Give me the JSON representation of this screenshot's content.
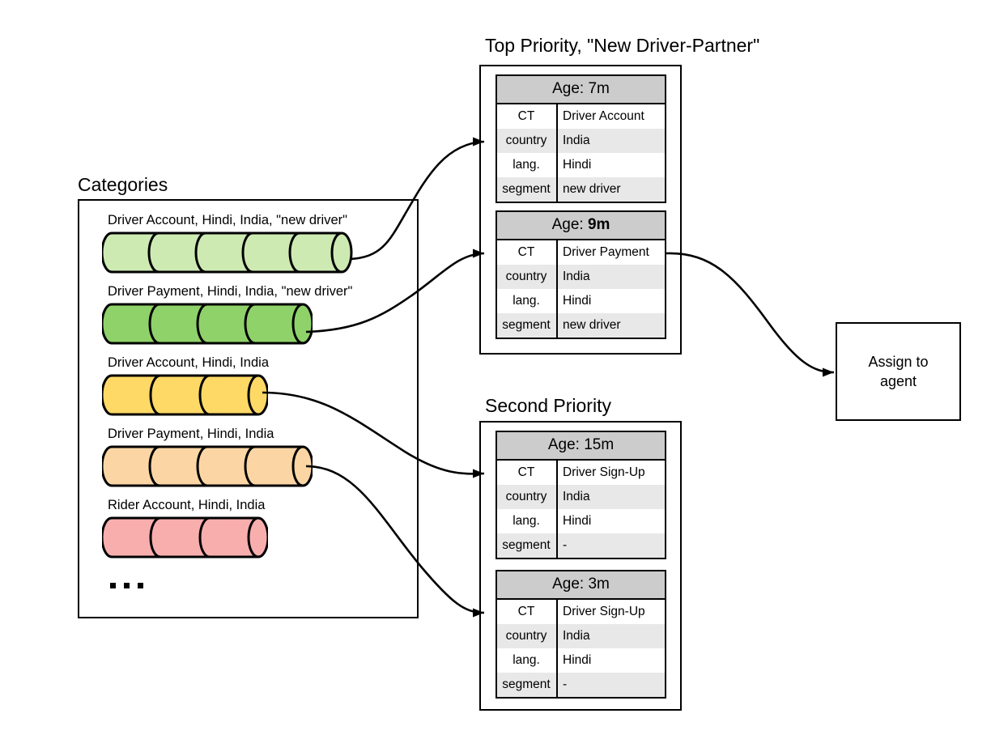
{
  "diagram": {
    "title_categories": "Categories",
    "title_top_priority": "Top Priority, \"New Driver-Partner\"",
    "title_second_priority": "Second Priority",
    "ellipsis": "...",
    "colors": {
      "light_green": "#cdeab3",
      "green": "#8fd26a",
      "yellow": "#ffd966",
      "peach": "#fbd6a4",
      "pink": "#f9aeae",
      "header_gray": "#cccccc",
      "row_gray": "#e8e8e8",
      "stroke": "#000000"
    }
  },
  "categories": {
    "label": "Categories",
    "items": [
      {
        "label": "Driver Account, Hindi, India, \"new driver\"",
        "segments": 5,
        "color": "#cdeab3",
        "name": "cylinder-driver-account-new-driver"
      },
      {
        "label": "Driver Payment, Hindi, India, \"new driver\"",
        "segments": 4,
        "color": "#8fd26a",
        "name": "cylinder-driver-payment-new-driver"
      },
      {
        "label": "Driver Account, Hindi, India",
        "segments": 3,
        "color": "#ffd966",
        "name": "cylinder-driver-account"
      },
      {
        "label": "Driver Payment, Hindi, India",
        "segments": 4,
        "color": "#fbd6a4",
        "name": "cylinder-driver-payment"
      },
      {
        "label": "Rider Account, Hindi, India",
        "segments": 3,
        "color": "#f9aeae",
        "name": "cylinder-rider-account"
      }
    ],
    "more_indicator": "..."
  },
  "top_priority": {
    "title": "Top Priority, \"New Driver-Partner\"",
    "tickets": [
      {
        "age_label": "Age:",
        "age_value": "7m",
        "age_bold": false,
        "rows": [
          {
            "key": "CT",
            "value": "Driver Account"
          },
          {
            "key": "country",
            "value": "India"
          },
          {
            "key": "lang.",
            "value": "Hindi"
          },
          {
            "key": "segment",
            "value": "new driver"
          }
        ]
      },
      {
        "age_label": "Age:",
        "age_value": "9m",
        "age_bold": true,
        "rows": [
          {
            "key": "CT",
            "value": "Driver Payment"
          },
          {
            "key": "country",
            "value": "India"
          },
          {
            "key": "lang.",
            "value": "Hindi"
          },
          {
            "key": "segment",
            "value": "new driver"
          }
        ]
      }
    ]
  },
  "second_priority": {
    "title": "Second Priority",
    "tickets": [
      {
        "age_label": "Age:",
        "age_value": "15m",
        "age_bold": false,
        "rows": [
          {
            "key": "CT",
            "value": "Driver Sign-Up"
          },
          {
            "key": "country",
            "value": "India"
          },
          {
            "key": "lang.",
            "value": "Hindi"
          },
          {
            "key": "segment",
            "value": "-"
          }
        ]
      },
      {
        "age_label": "Age:",
        "age_value": "3m",
        "age_bold": false,
        "rows": [
          {
            "key": "CT",
            "value": "Driver Sign-Up"
          },
          {
            "key": "country",
            "value": "India"
          },
          {
            "key": "lang.",
            "value": "Hindi"
          },
          {
            "key": "segment",
            "value": "-"
          }
        ]
      }
    ]
  },
  "terminal": {
    "label_line1": "Assign to",
    "label_line2": "agent"
  }
}
